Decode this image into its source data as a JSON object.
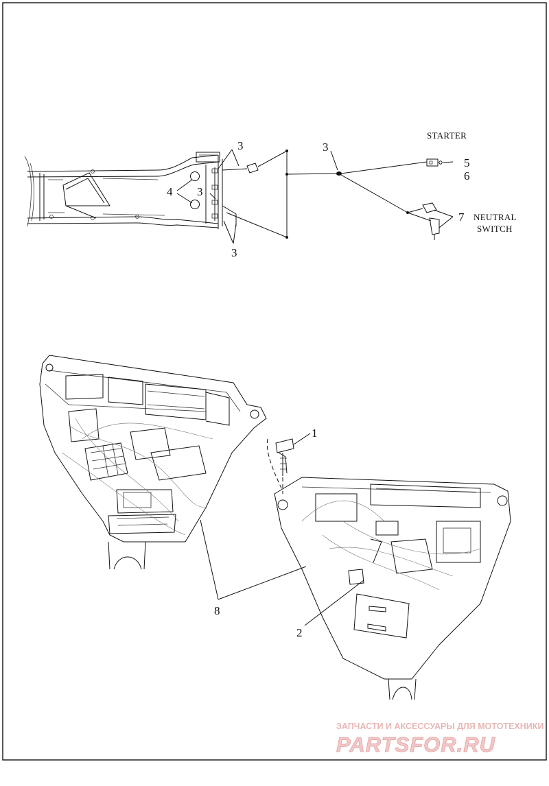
{
  "diagram": {
    "callouts": {
      "c1": "1",
      "c2": "2",
      "c3a": "3",
      "c3b": "3",
      "c3c": "3",
      "c3d": "3",
      "c4": "4",
      "c5": "5",
      "c6": "6",
      "c7": "7",
      "c8": "8"
    },
    "labels": {
      "starter": "STARTER",
      "neutral_line1": "NEUTRAL",
      "neutral_line2": "SWITCH"
    }
  },
  "watermark": {
    "top_text": "ЗАПЧАСТИ И АКСЕССУАРЫ ДЛЯ МОТОТЕХНИКИ",
    "brand_text": "PARTSFOR.RU"
  }
}
